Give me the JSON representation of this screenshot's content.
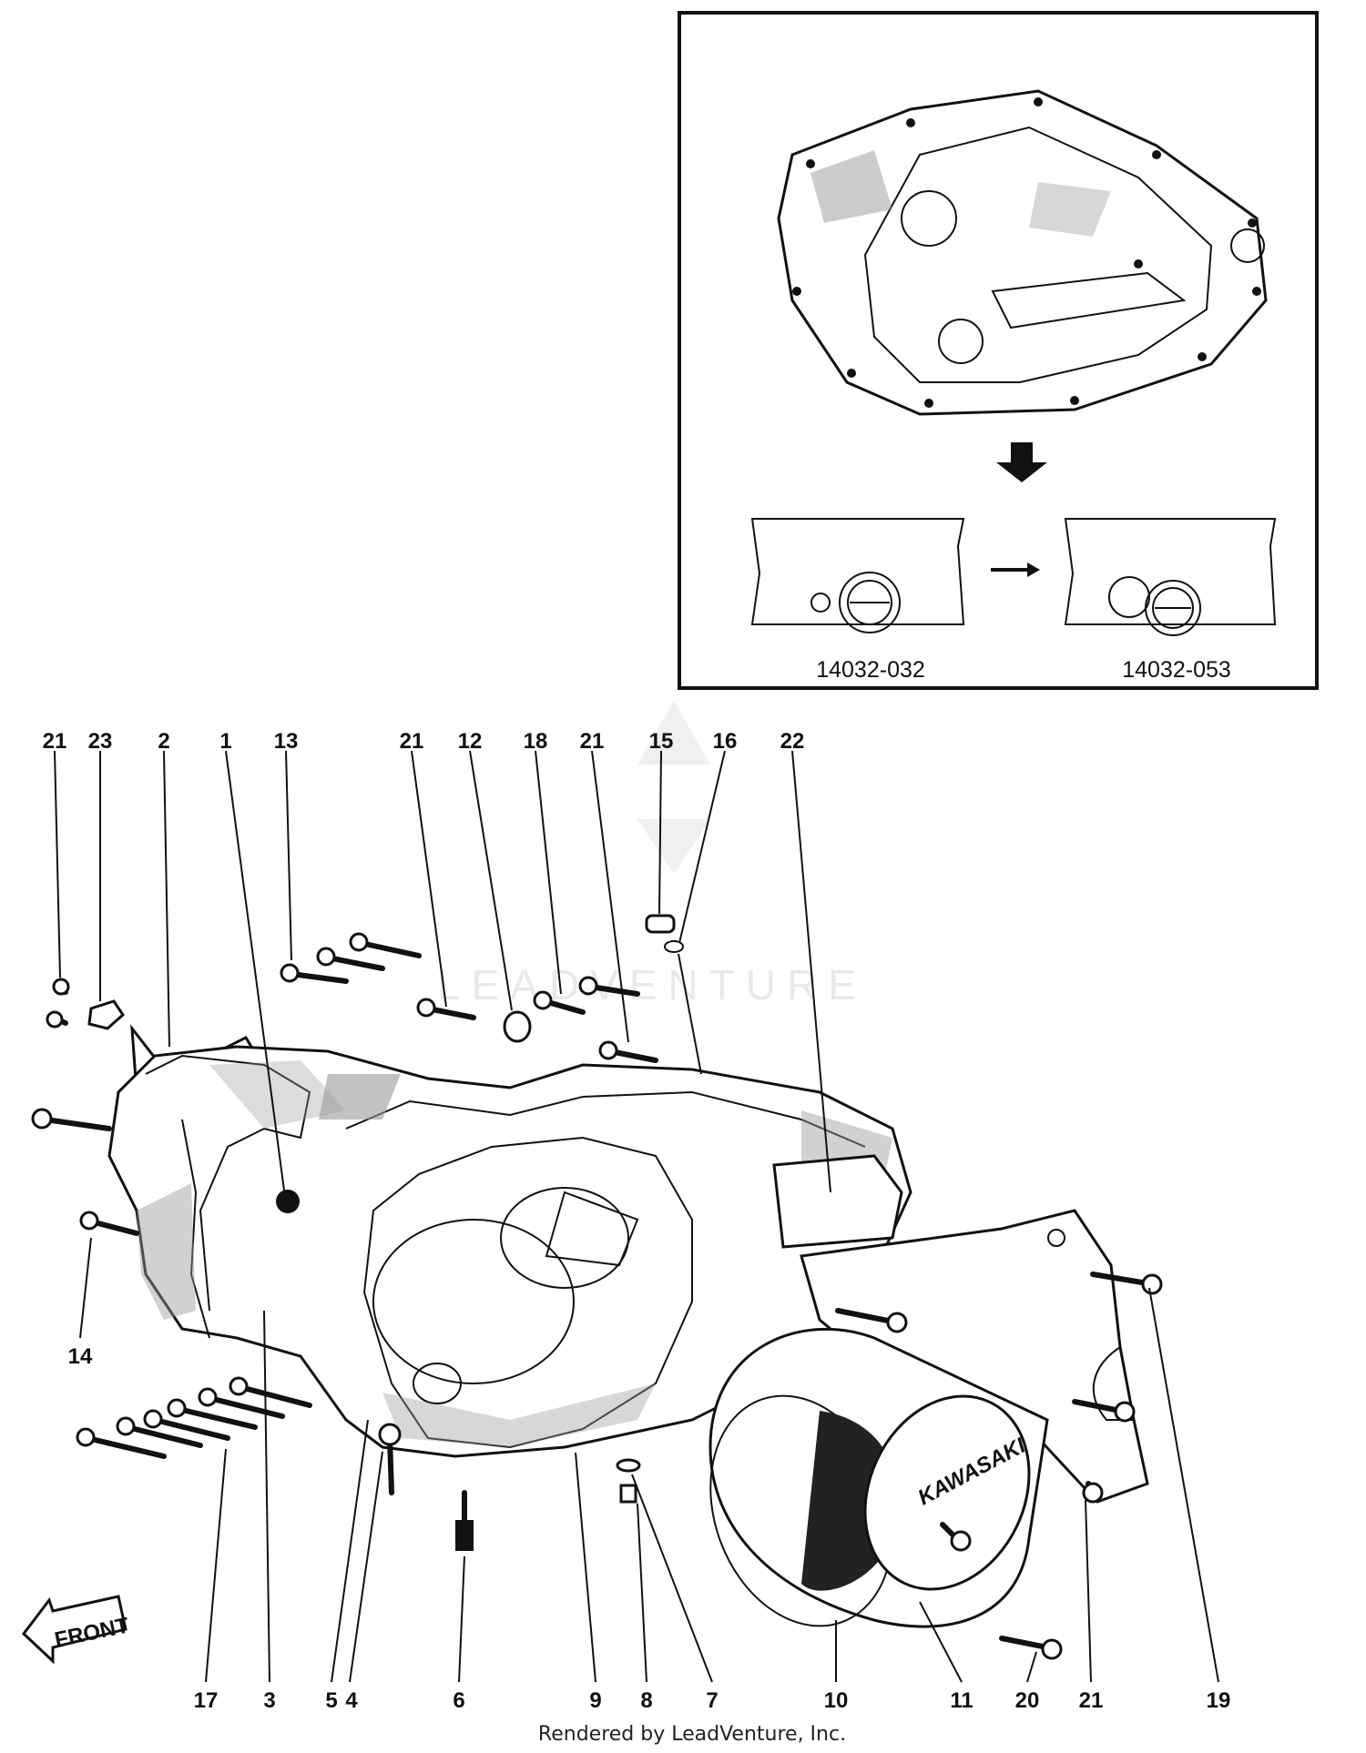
{
  "inset": {
    "before_part_number": "14032-032",
    "after_part_number": "14032-053"
  },
  "watermark": {
    "text": "LEADVENTURE"
  },
  "front_label": "FRONT",
  "brand_badge": "KAWASAKI",
  "footer": "Rendered by LeadVenture, Inc.",
  "callouts": {
    "c21a": "21",
    "c23": "23",
    "c2": "2",
    "c1": "1",
    "c13": "13",
    "c21b": "21",
    "c12": "12",
    "c18": "18",
    "c21c": "21",
    "c15": "15",
    "c16": "16",
    "c22": "22",
    "c14": "14",
    "c17": "17",
    "c3": "3",
    "c5": "5",
    "c4": "4",
    "c6": "6",
    "c9": "9",
    "c8": "8",
    "c7": "7",
    "c10": "10",
    "c11": "11",
    "c20": "20",
    "c21d": "21",
    "c19": "19"
  }
}
